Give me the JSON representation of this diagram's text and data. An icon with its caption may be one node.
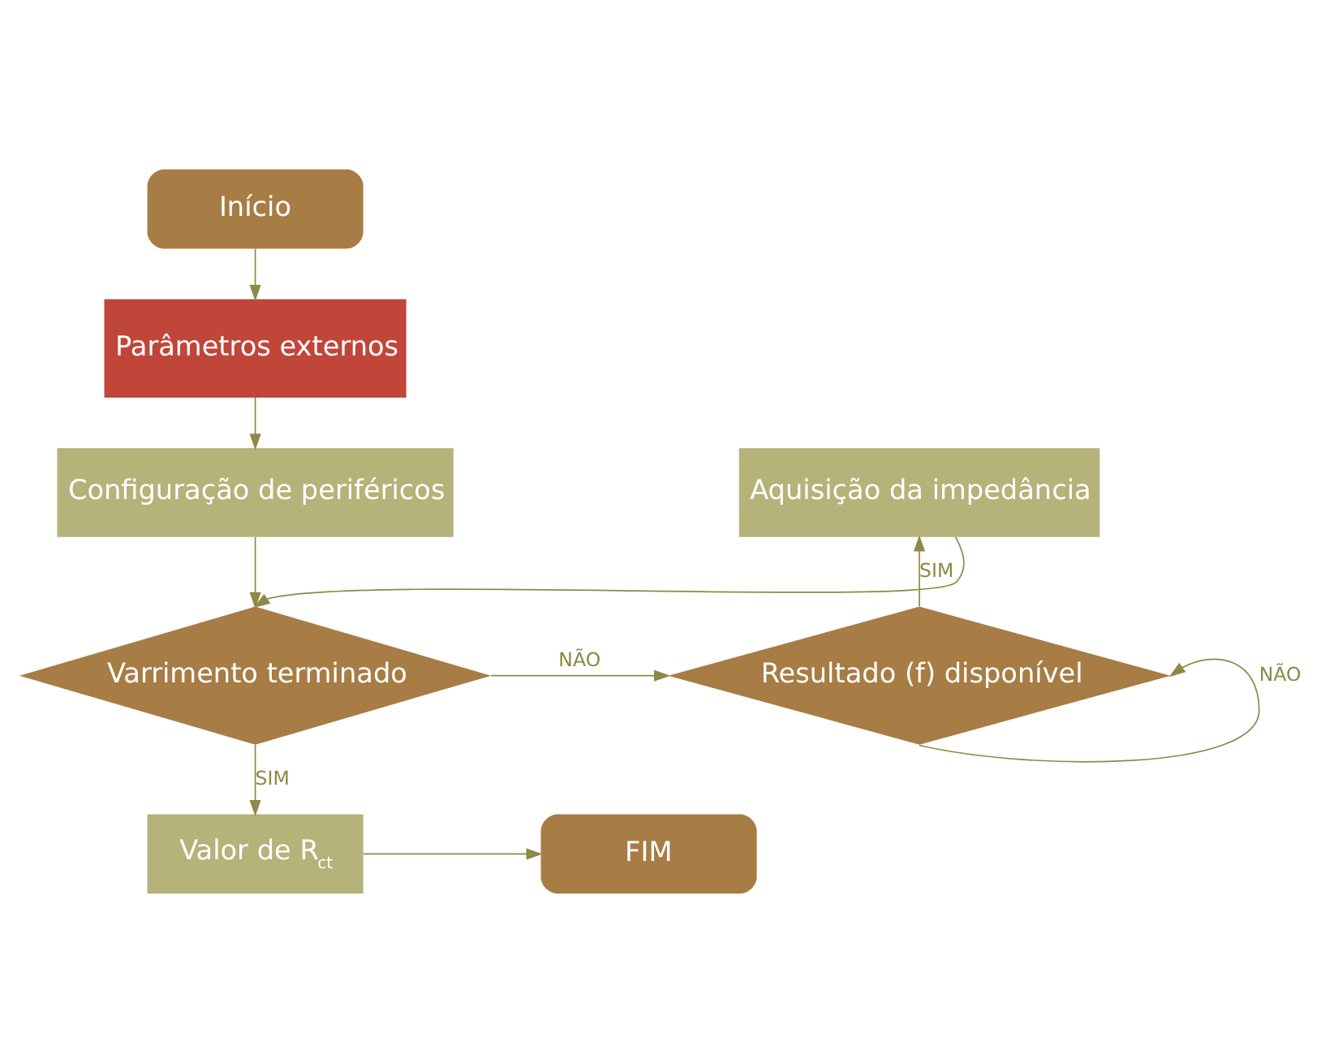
{
  "diagram": {
    "nodes": [
      {
        "text": [
          "Início"
        ]
      },
      {
        "text": [
          "Parâmetros externos"
        ]
      },
      {
        "text": [
          "Configuração de periféricos"
        ]
      },
      {
        "text": [
          "Varrimento terminado"
        ]
      },
      {
        "text": [
          "Resultado (f) disponível"
        ]
      },
      {
        "text": [
          "Aquisição da impedância"
        ]
      },
      {
        "text": [
          "Valor de R$_{ct}$"
        ]
      },
      {
        "text": [
          "FIM"
        ]
      }
    ],
    "edges": [
      {
        "from": 0,
        "to": 1,
        "arrow": "to"
      },
      {
        "from": 1,
        "to": 2,
        "arrow": "to"
      },
      {
        "from": 2,
        "to": 3,
        "arrow": "to"
      },
      {
        "from": 3,
        "to": 4,
        "arrow": "to",
        "label": "NÃO"
      },
      {
        "from": 4,
        "to": 5,
        "arrow": "to",
        "label": "SIM"
      },
      {
        "from": 4,
        "to": 4,
        "arrow": "to",
        "label": "NÃO"
      },
      {
        "from": 5,
        "to": 3,
        "arrow": "to"
      },
      {
        "from": 3,
        "to": 6,
        "arrow": "to",
        "label": "SIM"
      },
      {
        "from": 6,
        "to": 7,
        "arrow": "to"
      }
    ]
  }
}
